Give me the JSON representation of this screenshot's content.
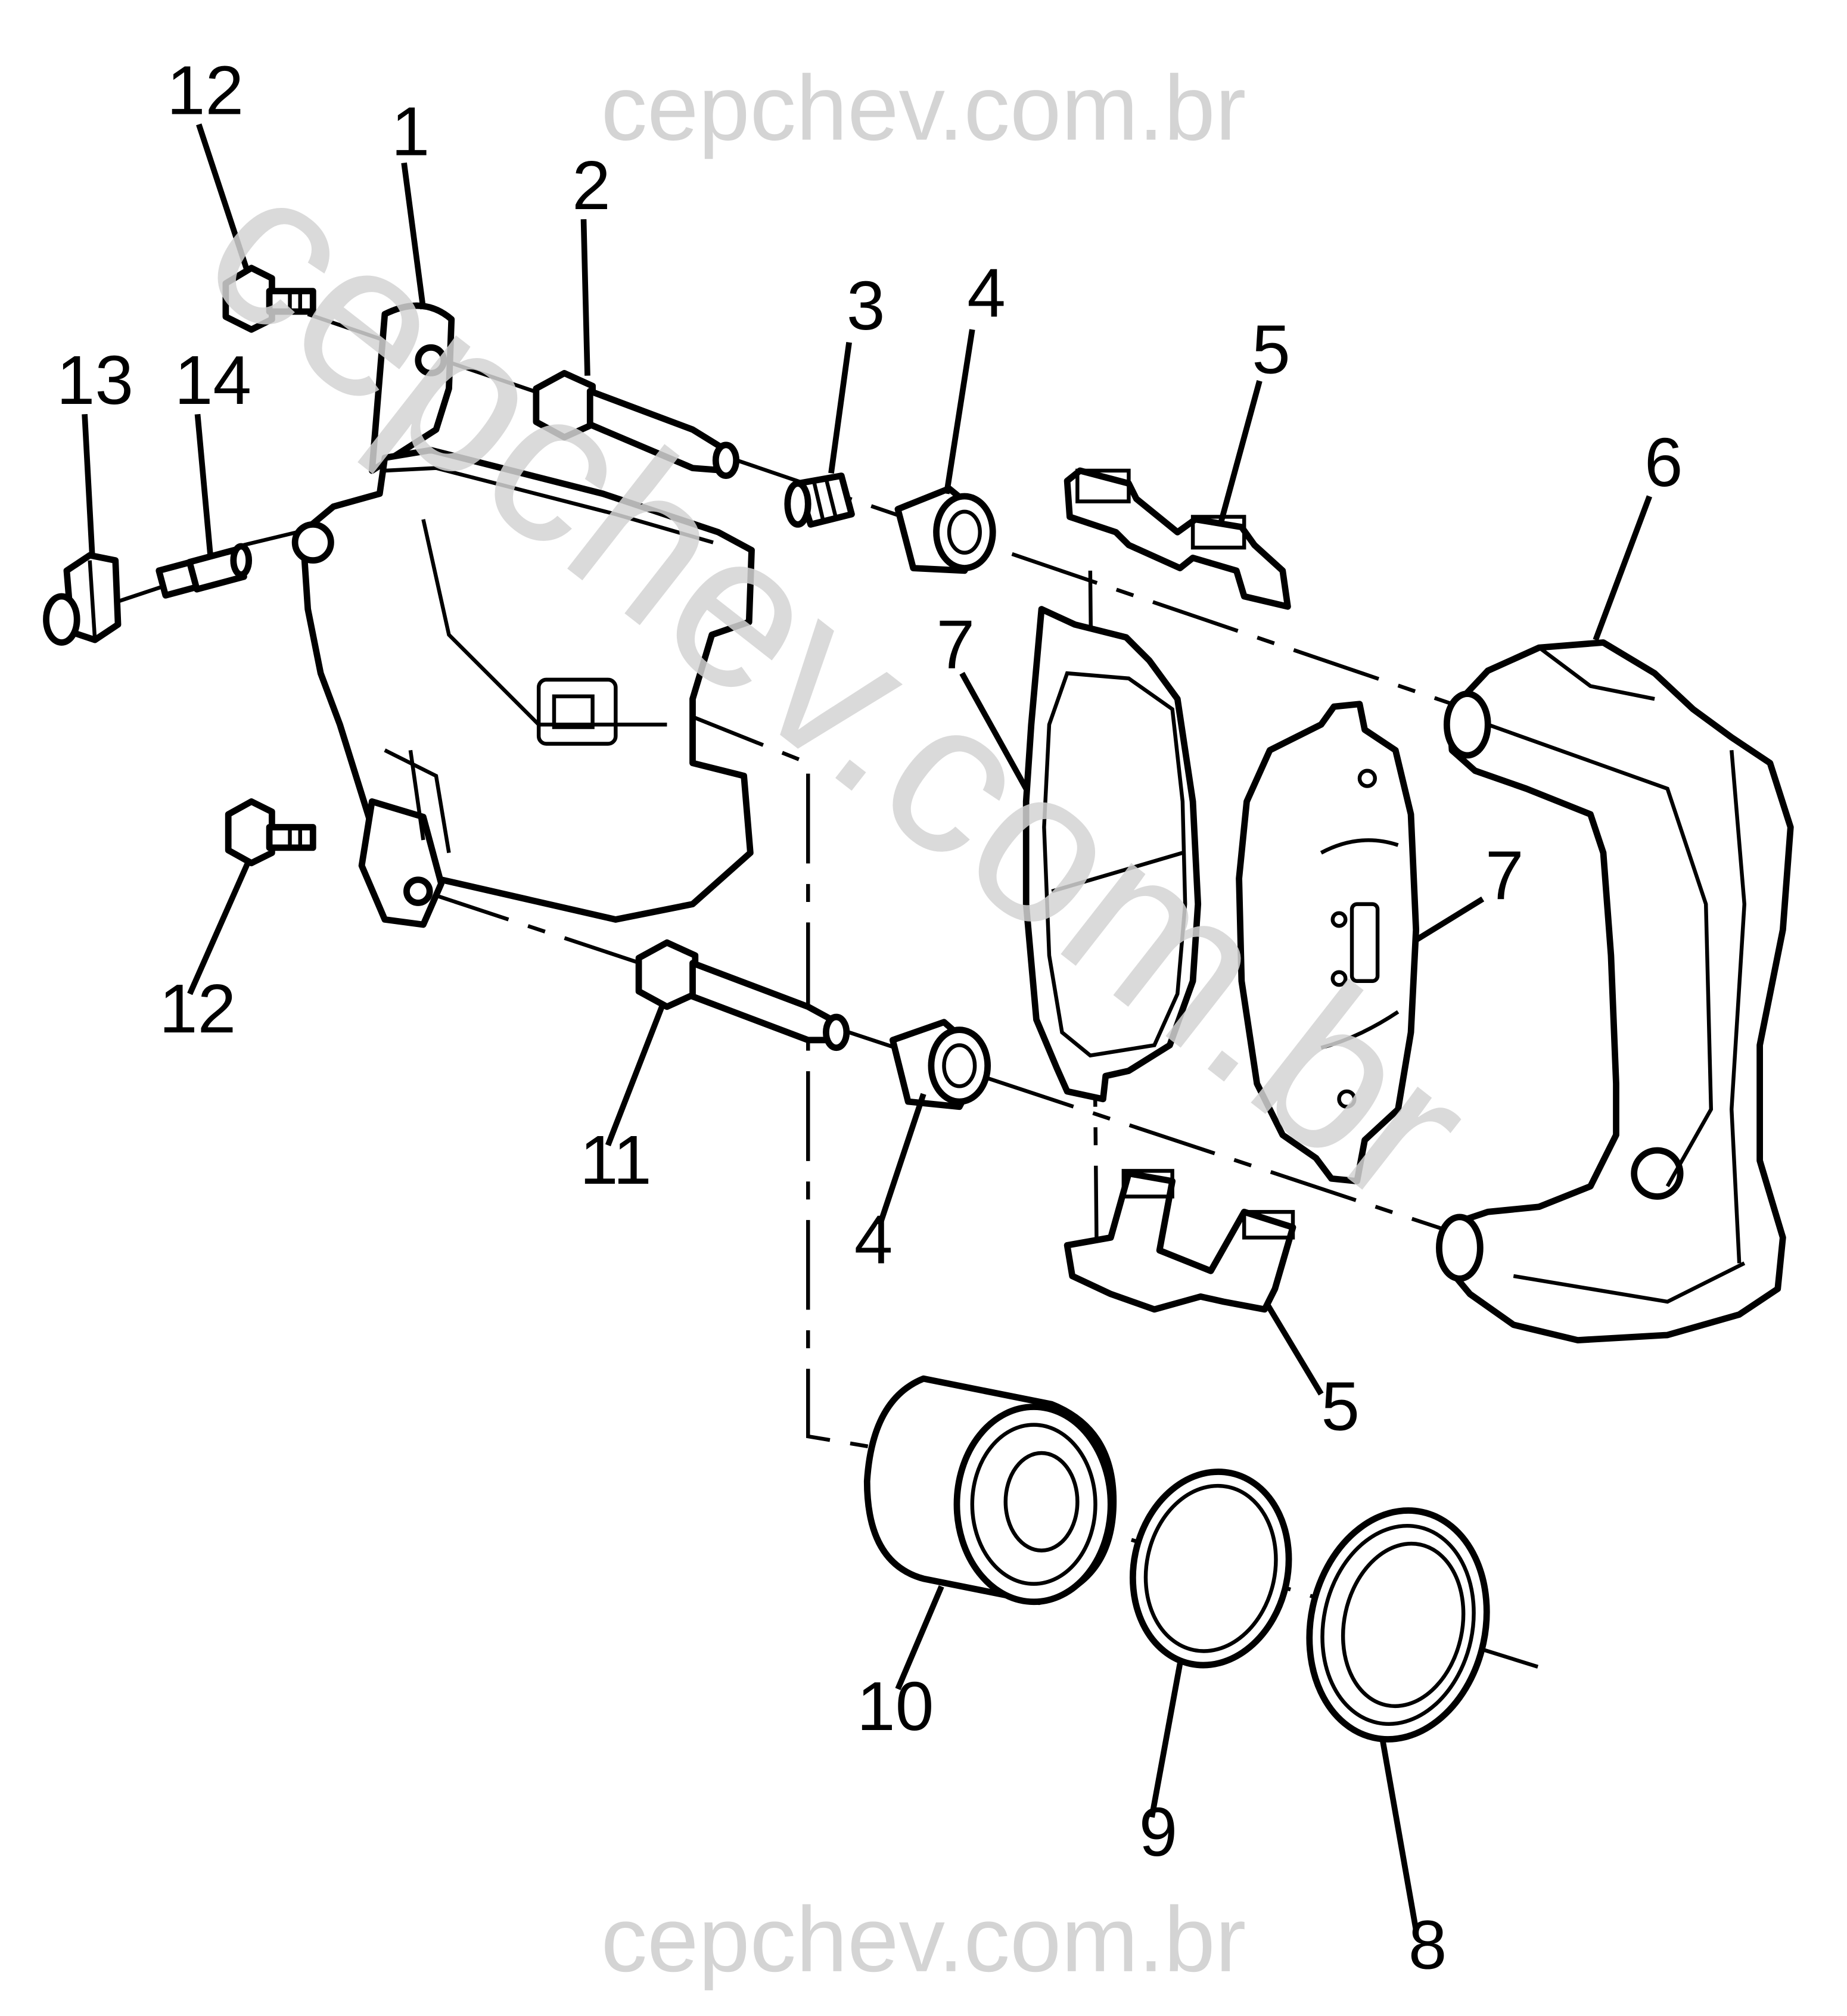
{
  "watermark": {
    "top": "cepchev.com.br",
    "bottom": "cepchev.com.br",
    "diagonal": "cepchev.com.br",
    "color": "#d4d4d4"
  },
  "callouts": {
    "c1": "1",
    "c2": "2",
    "c3": "3",
    "c4a": "4",
    "c4b": "4",
    "c5a": "5",
    "c5b": "5",
    "c6": "6",
    "c7a": "7",
    "c7b": "7",
    "c8": "8",
    "c9": "9",
    "c10": "10",
    "c11": "11",
    "c12a": "12",
    "c12b": "12",
    "c13": "13",
    "c14": "14"
  },
  "parts": [
    {
      "callout": "1",
      "icon": "caliper-housing-icon"
    },
    {
      "callout": "2",
      "icon": "guide-pin-bolt-icon"
    },
    {
      "callout": "3",
      "icon": "pin-boot-icon"
    },
    {
      "callout": "4",
      "icon": "bushing-icon"
    },
    {
      "callout": "5",
      "icon": "pad-retainer-clip-icon"
    },
    {
      "callout": "6",
      "icon": "caliper-bracket-icon"
    },
    {
      "callout": "7",
      "icon": "brake-pad-icon"
    },
    {
      "callout": "8",
      "icon": "piston-dust-boot-icon"
    },
    {
      "callout": "9",
      "icon": "piston-seal-icon"
    },
    {
      "callout": "10",
      "icon": "caliper-piston-icon"
    },
    {
      "callout": "11",
      "icon": "guide-pin-bolt-icon"
    },
    {
      "callout": "12",
      "icon": "hex-bolt-icon"
    },
    {
      "callout": "13",
      "icon": "bleeder-cap-icon"
    },
    {
      "callout": "14",
      "icon": "bleeder-valve-icon"
    }
  ]
}
